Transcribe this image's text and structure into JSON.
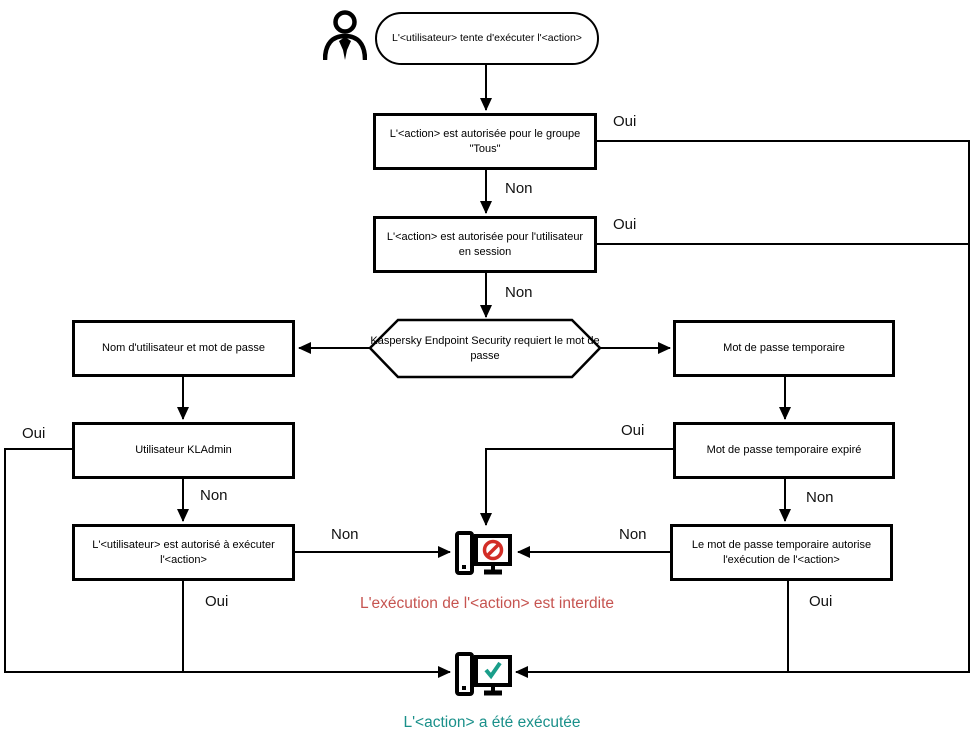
{
  "labels": {
    "oui": "Oui",
    "non": "Non"
  },
  "nodes": {
    "start": "L'<utilisateur> tente d'exécuter l'<action>",
    "group_check": "L'<action> est autorisée pour le groupe \"Tous\"",
    "session_check": "L'<action> est autorisée pour l'utilisateur en session",
    "password_required": "Kaspersky Endpoint Security requiert le mot de passe",
    "credentials": "Nom d'utilisateur et mot de passe",
    "kladmin": "Utilisateur KLAdmin",
    "user_authorized": "L'<utilisateur> est autorisé à exécuter l'<action>",
    "temp_password": "Mot de passe temporaire",
    "temp_password_expired": "Mot de passe temporaire expiré",
    "temp_password_authorizes": "Le mot de passe temporaire autorise l'exécution de l'<action>",
    "action_forbidden": "L'exécution de l'<action> est interdite",
    "action_executed": "L'<action> a été exécutée"
  },
  "icons": {
    "user": "user-icon",
    "blocked": "computer-blocked-icon",
    "success": "computer-success-icon"
  },
  "colors": {
    "line": "#000000",
    "forbidden_text": "#c65450",
    "executed_text": "#1a908a",
    "prohibition_sign": "#d22d26",
    "checkmark": "#1a9e8a"
  }
}
